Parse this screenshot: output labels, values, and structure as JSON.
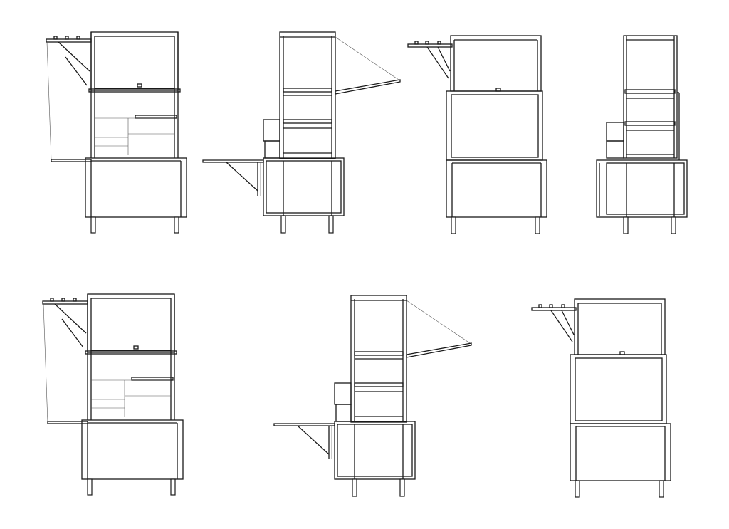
{
  "drawing": {
    "stroke_color": "#1a1a1a",
    "background": "#ffffff",
    "views": [
      "cabinet-open-side",
      "cabinet-frame-flaps",
      "cabinet-front-closed",
      "cabinet-frame-narrow",
      "cabinet-open-side",
      "cabinet-frame-flaps",
      "cabinet-front-closed"
    ]
  }
}
